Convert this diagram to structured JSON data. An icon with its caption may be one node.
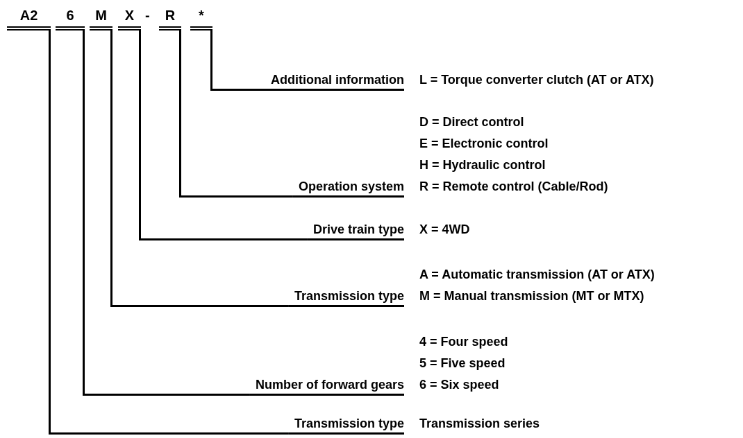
{
  "diagram": {
    "nodes": [
      {
        "text": [
          "A2"
        ]
      },
      {
        "text": [
          "6"
        ]
      },
      {
        "text": [
          "M"
        ]
      },
      {
        "text": [
          "X"
        ]
      },
      {
        "text": [
          "R"
        ]
      },
      {
        "text": [
          "*"
        ]
      },
      {
        "text": [
          "Additional information"
        ],
        "beside": [
          "L = Torque converter clutch (AT or ATX)"
        ]
      },
      {
        "text": [
          "Operation system"
        ],
        "beside": [
          "D = Direct control",
          "E = Electronic control",
          "H = Hydraulic control",
          "R = Remote control (Cable/Rod)"
        ]
      },
      {
        "text": [
          "Drive train type"
        ],
        "beside": [
          "X = 4WD"
        ]
      },
      {
        "text": [
          "Transmission type"
        ],
        "beside": [
          "A = Automatic transmission (AT or ATX)",
          "M = Manual transmission (MT or MTX)"
        ]
      },
      {
        "text": [
          "Number of forward gears"
        ],
        "beside": [
          "4 = Four speed",
          "5 = Five speed",
          "6 = Six speed"
        ]
      },
      {
        "text": [
          "Transmission type"
        ],
        "beside": [
          "Transmission series"
        ]
      }
    ],
    "edges": [
      {
        "from": 5,
        "to": 6,
        "arrow": "none"
      },
      {
        "from": 4,
        "to": 7,
        "arrow": "none"
      },
      {
        "from": 3,
        "to": 8,
        "arrow": "none"
      },
      {
        "from": 2,
        "to": 9,
        "arrow": "none"
      },
      {
        "from": 1,
        "to": 10,
        "arrow": "none"
      },
      {
        "from": 0,
        "to": 11,
        "arrow": "none"
      }
    ],
    "labels": [
      "-"
    ]
  }
}
